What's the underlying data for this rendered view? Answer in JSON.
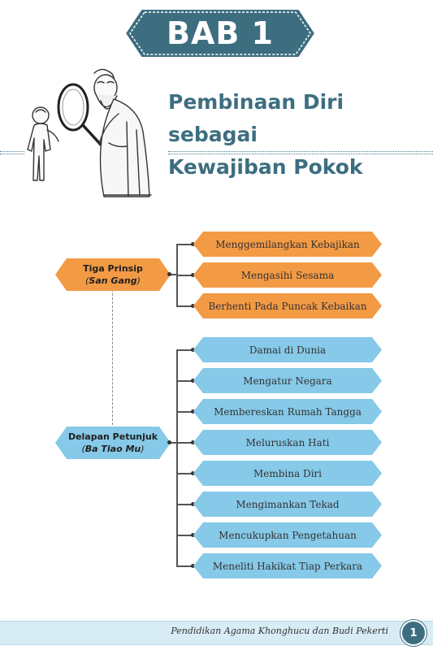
{
  "chapter": {
    "label": "BAB 1"
  },
  "title": {
    "line1": "Pembinaan Diri sebagai",
    "line2": "Kewajiban Pokok"
  },
  "diagram": {
    "group1": {
      "name": "Tiga Prinsip",
      "sub_prefix": "(",
      "sub_italic": "San Gang",
      "sub_suffix": ")",
      "items": [
        "Menggemilangkan Kebajikan",
        "Mengasihi Sesama",
        "Berhenti Pada Puncak Kebaikan"
      ]
    },
    "group2": {
      "name": "Delapan Petunjuk",
      "sub_prefix": "(",
      "sub_italic": "Ba Tiao Mu",
      "sub_suffix": ")",
      "items": [
        "Damai di Dunia",
        "Mengatur Negara",
        "Membereskan Rumah Tangga",
        "Meluruskan Hati",
        "Membina Diri",
        "Mengimankan Tekad",
        "Mencukupkan Pengetahuan",
        "Meneliti Hakikat Tiap Perkara"
      ]
    }
  },
  "footer": {
    "text": "Pendidikan Agama Khonghucu dan Budi Pekerti",
    "page": "1"
  },
  "colors": {
    "teal": "#3d6e80",
    "orange": "#f39a45",
    "blue": "#86c9e8",
    "footer_band": "#d8ecf5"
  }
}
